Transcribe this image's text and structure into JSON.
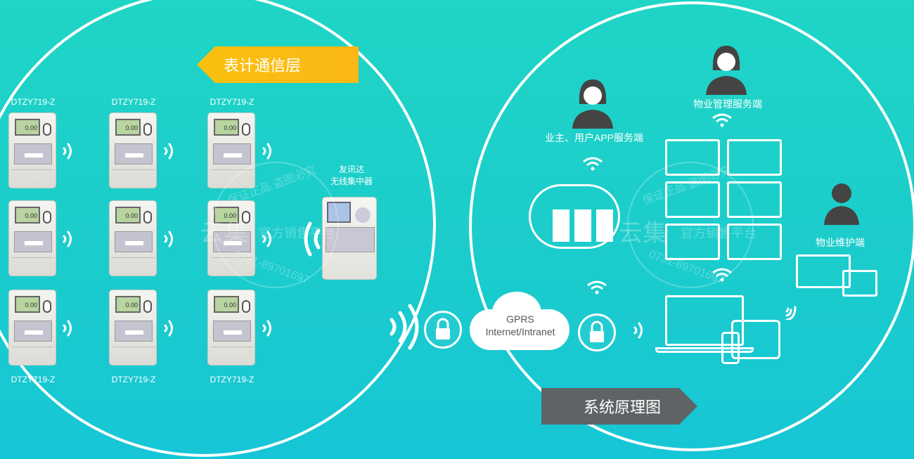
{
  "left_section": {
    "banner": "表计通信层",
    "meter_label": "DTZY719-Z",
    "meters": [
      {
        "label": "DTZY719-Z"
      },
      {
        "label": "DTZY719-Z"
      },
      {
        "label": "DTZY719-Z"
      },
      {
        "label": ""
      },
      {
        "label": ""
      },
      {
        "label": ""
      },
      {
        "label": "DTZY719-Z"
      },
      {
        "label": "DTZY719-Z"
      },
      {
        "label": "DTZY719-Z"
      }
    ],
    "meter_reading": "0.00",
    "concentrator": {
      "brand": "友讯达",
      "name": "无线集中器"
    }
  },
  "network": {
    "line1": "GPRS",
    "line2": "Internet/Intranet"
  },
  "right_section": {
    "owner_app": "业主、用户APP服务端",
    "property_mgmt": "物业管理服务端",
    "maintenance": "物业维护端",
    "banner": "系统原理图"
  },
  "watermark": {
    "top": "保证正品 盗图必究",
    "brand": "云集",
    "middle": "官方销售平台",
    "phone": "0731-89701697"
  },
  "colors": {
    "banner_yellow": "#fbbd18",
    "banner_gray": "#5e6466"
  }
}
